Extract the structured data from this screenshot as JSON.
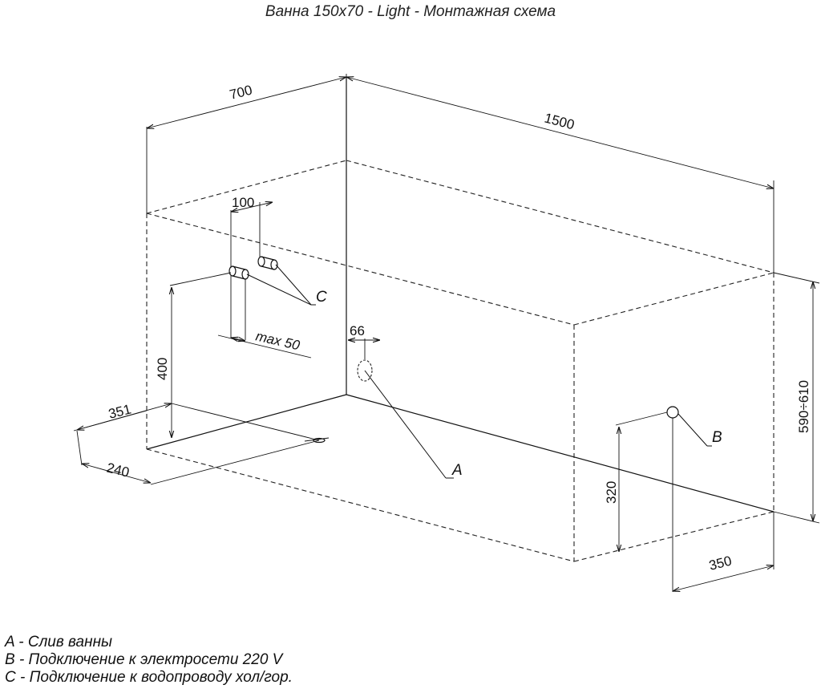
{
  "title": "Ванна 150x70 - Light - Монтажная схема",
  "dimensions": {
    "width": "700",
    "length": "1500",
    "height": "590÷610",
    "pipe_spacing": "100",
    "pipe_height": "400",
    "pipe_offset": "max 50",
    "drain_size": "66",
    "drain_side": "351",
    "drain_end": "240",
    "power_height": "320",
    "power_offset": "350"
  },
  "markers": {
    "a": "A",
    "b": "B",
    "c": "C"
  },
  "legend": [
    "A - Слив ванны",
    "B - Подключение к электросети 220 V",
    "C - Подключение к водопроводу хол/гор."
  ]
}
